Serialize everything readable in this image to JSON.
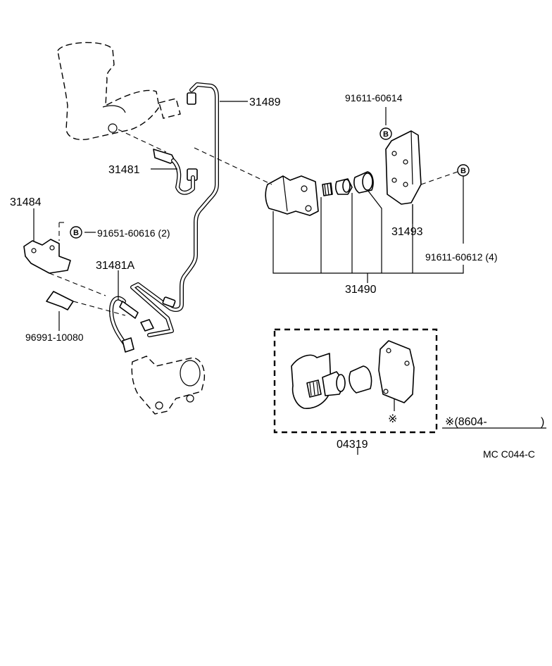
{
  "labels": {
    "p31489": "31489",
    "p91611_60614": "91611-60614",
    "p31481": "31481",
    "p31484": "31484",
    "p91651_60616": "91651-60616 (2)",
    "p31481A": "31481A",
    "p31493": "31493",
    "p91611_60612": "91611-60612 (4)",
    "p31490": "31490",
    "p96991_10080": "96991-10080",
    "p04319": "04319",
    "kit_note": "※(8604-",
    "kit_note_close": ")",
    "kit_mark": "※",
    "diagram_code": "MC C044-C"
  },
  "fastener_marker": "B"
}
